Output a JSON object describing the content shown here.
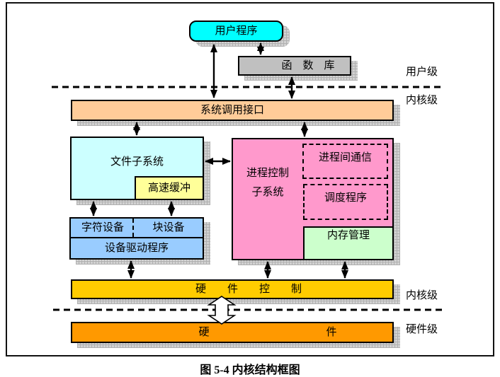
{
  "figure": {
    "caption": "图 5-4 内核结构框图"
  },
  "level_labels": {
    "user": "用户级",
    "kernel_upper": "内核级",
    "kernel_lower": "内核级",
    "hardware": "硬件级"
  },
  "nodes": {
    "user_program": {
      "label": "用户程序",
      "color": "#00FFFF"
    },
    "function_library": {
      "label": "函　数　库",
      "color": "#C0C0C0"
    },
    "system_call_interface": {
      "label": "系统调用接口",
      "color": "#FFCC99"
    },
    "file_subsystem": {
      "label": "文件子系统",
      "color": "#CCFFFF"
    },
    "buffer_cache": {
      "label": "高速缓冲",
      "color": "#FFFF99"
    },
    "process_control_subsystem": {
      "line1": "进程控制",
      "line2": "子系统",
      "color": "#FF99CC"
    },
    "ipc": {
      "label": "进程间通信"
    },
    "scheduler": {
      "label": "调度程序"
    },
    "memory_management": {
      "label": "内存管理",
      "color": "#CCFFCC"
    },
    "char_device": {
      "label": "字符设备",
      "color": "#99CCFF"
    },
    "block_device": {
      "label": "块设备",
      "color": "#99CCFF"
    },
    "device_driver": {
      "label": "设备驱动程序",
      "color": "#99CCFF"
    },
    "hardware_control": {
      "label": "硬　　件　　控　　制",
      "color": "#FFCC00"
    },
    "hardware": {
      "label": "硬　　　　　　　　　　　件",
      "color": "#FF9900"
    }
  }
}
